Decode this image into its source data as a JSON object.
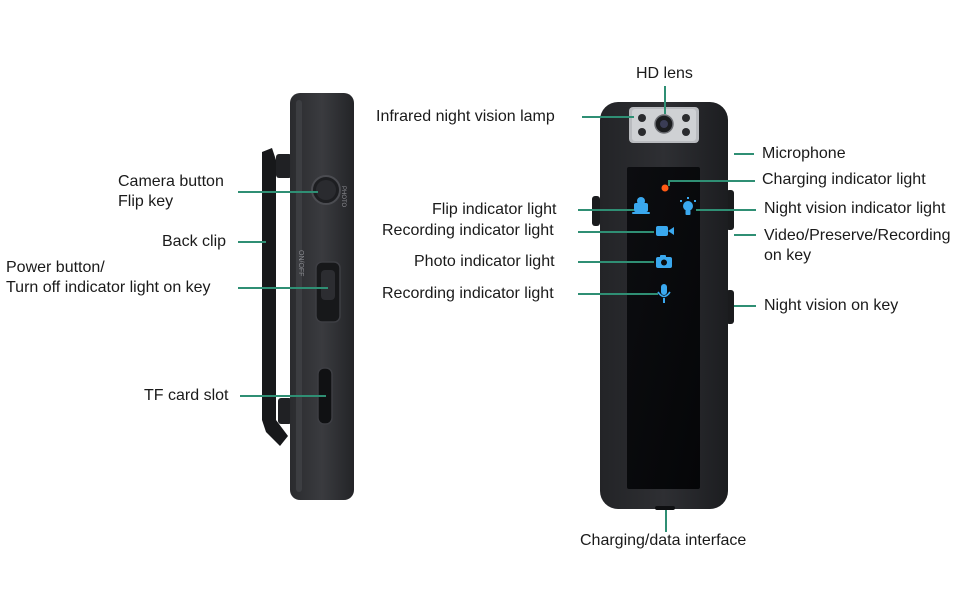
{
  "labels": {
    "hd_lens": "HD lens",
    "ir_lamp": "Infrared night vision lamp",
    "microphone": "Microphone",
    "charging_light": "Charging indicator light",
    "flip_light": "Flip indicator light",
    "night_vision_light": "Night vision indicator light",
    "recording_light_1": "Recording indicator light",
    "video_key_line1": "Video/Preserve/Recording",
    "video_key_line2": "on key",
    "photo_light": "Photo indicator light",
    "recording_light_2": "Recording indicator light",
    "night_vision_key": "Night vision on key",
    "charging_interface": "Charging/data interface",
    "camera_button_line1": "Camera button",
    "camera_button_line2": "Flip key",
    "back_clip": "Back clip",
    "power_button_line1": "Power button/",
    "power_button_line2": "Turn off indicator light on key",
    "tf_slot": "TF card slot"
  },
  "device_text": {
    "on_off": "ON/OFF",
    "side_mode": "PHOTO"
  },
  "colors": {
    "leader_line": "#2f8f74",
    "indicator_blue": "#3aa8ee",
    "indicator_orange": "#ff5a14",
    "device_body": "#1e1f22"
  }
}
